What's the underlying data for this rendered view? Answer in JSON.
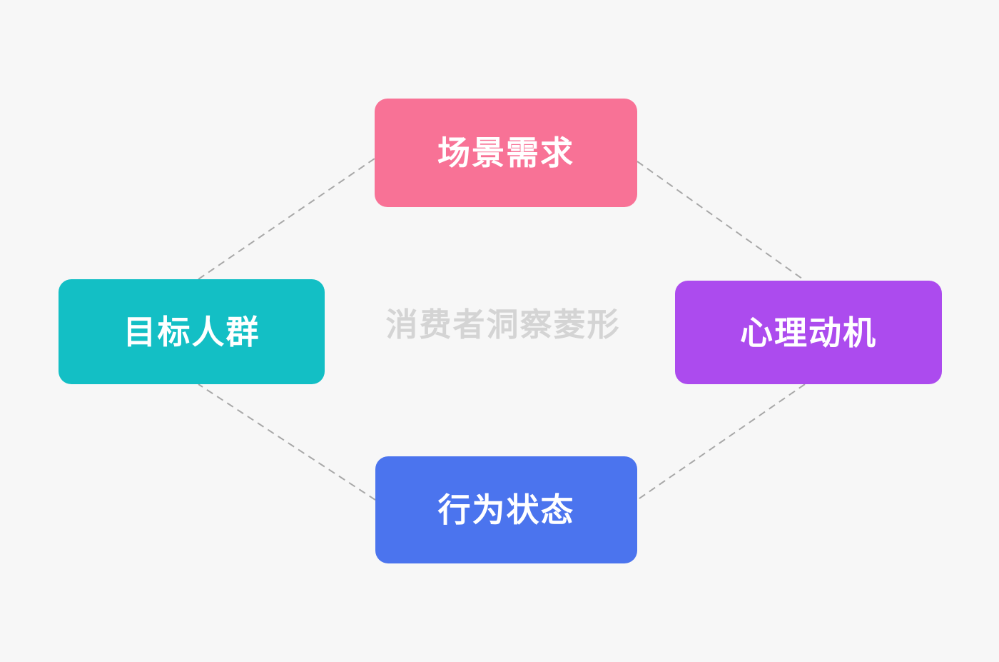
{
  "diagram": {
    "center_label": "消费者洞察菱形",
    "background_color": "#f7f7f7",
    "center_label_color": "#d4d4d4",
    "connector_color": "#a8a8a8",
    "connector_style": "dashed",
    "nodes": [
      {
        "id": "scenario",
        "label": "场景需求",
        "color": "#f87296",
        "position": "top"
      },
      {
        "id": "audience",
        "label": "目标人群",
        "color": "#13bfc5",
        "position": "left"
      },
      {
        "id": "motivation",
        "label": "心理动机",
        "color": "#ac4bee",
        "position": "right"
      },
      {
        "id": "behavior",
        "label": "行为状态",
        "color": "#4b74ee",
        "position": "bottom"
      }
    ],
    "connectors": [
      {
        "from": "audience",
        "to": "scenario"
      },
      {
        "from": "scenario",
        "to": "motivation"
      },
      {
        "from": "motivation",
        "to": "behavior"
      },
      {
        "from": "behavior",
        "to": "audience"
      }
    ]
  }
}
